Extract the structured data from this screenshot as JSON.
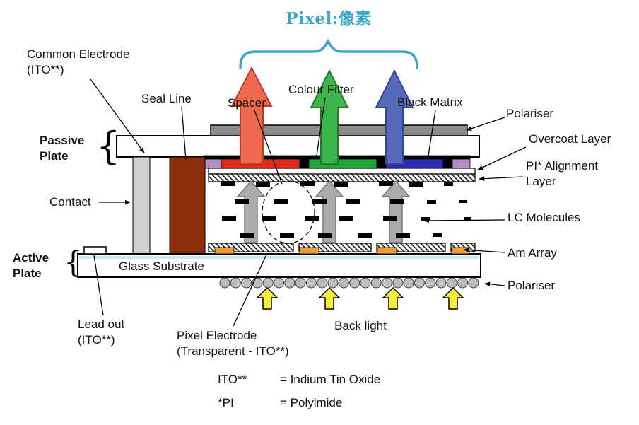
{
  "title": "Pixel:像素",
  "labels": {
    "common_electrode": "Common Electrode\n(ITO**)",
    "seal_line": "Seal Line",
    "spacer": "Spacer",
    "colour_filter": "Colour Filter",
    "black_matrix": "Black Matrix",
    "polariser_top": "Polariser",
    "overcoat_layer": "Overcoat Layer",
    "pi_alignment_layer": "PI* Alignment\nLayer",
    "lc_molecules": "LC Molecules",
    "am_array": "Am Array",
    "polariser_bottom": "Polariser",
    "contact": "Contact",
    "passive_plate": "Passive\nPlate",
    "active_plate": "Active\nPlate",
    "glass_substrate": "Glass Substrate",
    "lead_out": "Lead out\n(ITO**)",
    "pixel_electrode": "Pixel Electrode\n(Transparent - ITO**)",
    "back_light": "Back light"
  },
  "legend": [
    {
      "term": "ITO**",
      "definition": "= Indium Tin Oxide"
    },
    {
      "term": "*PI",
      "definition": "= Polyimide"
    }
  ],
  "colors": {
    "accent_cyan": "#3aa7c9",
    "arrow_red": "#ed6a50",
    "arrow_green": "#3cb54b",
    "arrow_blue": "#5668b8",
    "arrow_gray": "#ababab",
    "backlight_yellow": "#f5ee3a",
    "seal_brown": "#8c2e0b",
    "contact_gray": "#d0d0d0",
    "electrode_orange": "#f09e2e",
    "filter_red": "#e0291a",
    "filter_green": "#21a83a",
    "filter_blue": "#2b2bb4",
    "filter_purple": "#b48cc8",
    "polariser_gray": "#8a8a8a"
  }
}
